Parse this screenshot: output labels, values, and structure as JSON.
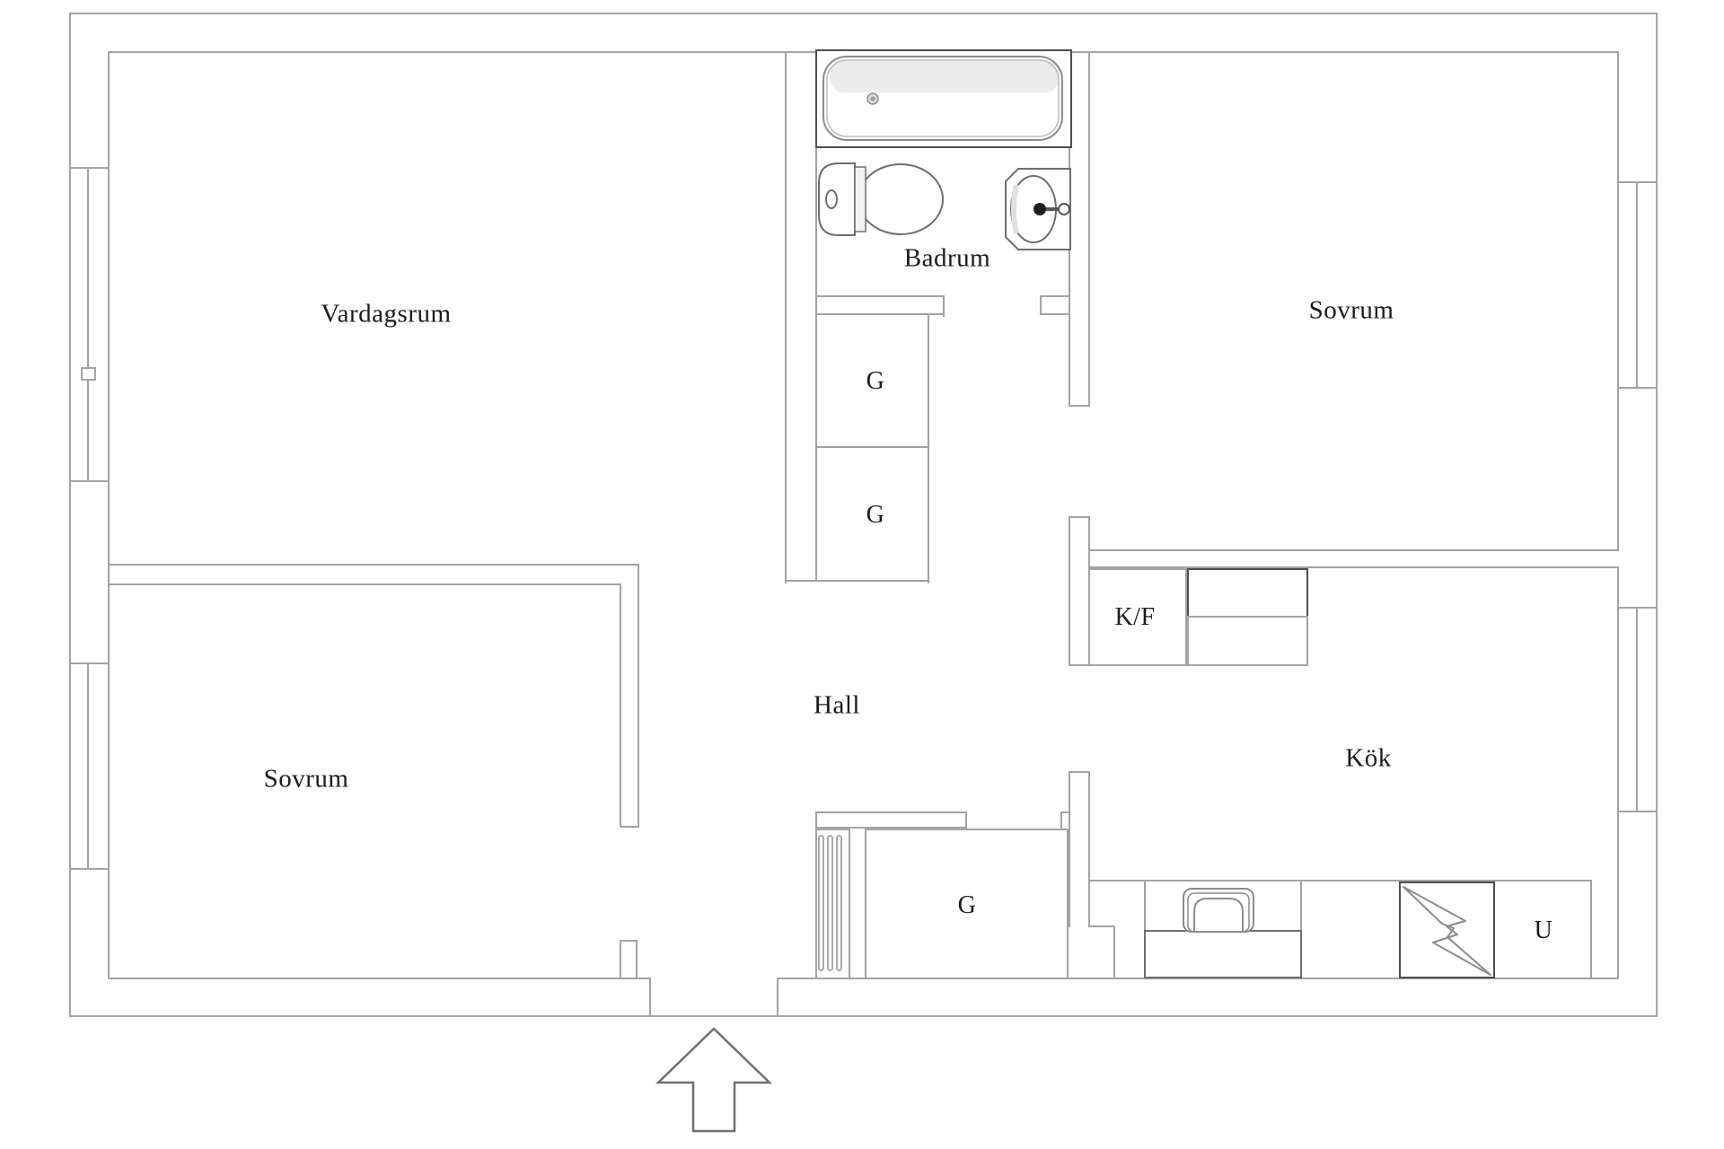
{
  "colors": {
    "wall": "#a3a3a3",
    "fixture": "#8c8c8c",
    "fixture_dark": "#4e4e4e",
    "text": "#1b1b1b",
    "background": "#ffffff"
  },
  "rooms": {
    "living_room": "Vardagsrum",
    "bathroom": "Badrum",
    "bedroom_upper": "Sovrum",
    "bedroom_lower": "Sovrum",
    "hall": "Hall",
    "kitchen": "Kök"
  },
  "closets": {
    "hall_upper": "G",
    "hall_middle": "G",
    "hall_lower": "G"
  },
  "appliances": {
    "fridge_freezer": "K/F",
    "oven": "U"
  },
  "icons": {
    "bathtub": "bathtub-icon",
    "toilet": "toilet-icon",
    "bathroom_sink": "sink-icon",
    "kitchen_sink": "kitchen-sink-icon",
    "stove": "stove-lightning-icon",
    "radiator": "radiator-icon",
    "entrance": "entrance-arrow-icon",
    "window_vent": "window-vent-marker"
  }
}
